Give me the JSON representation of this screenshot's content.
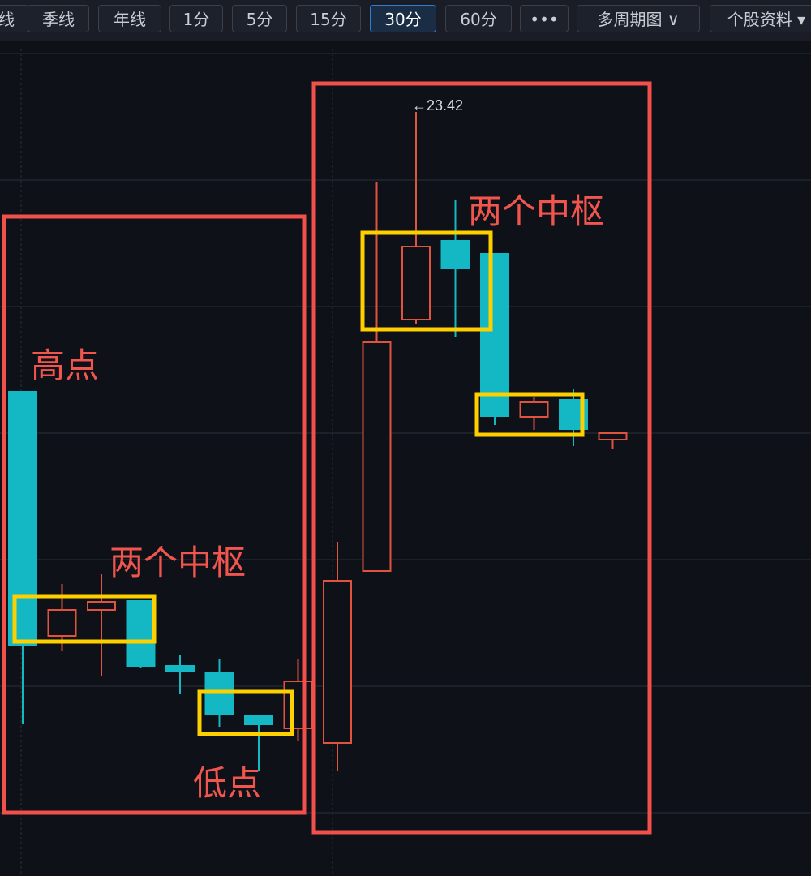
{
  "toolbar": {
    "buttons": [
      {
        "label": "线",
        "active": false
      },
      {
        "label": "季线",
        "active": false
      },
      {
        "label": "年线",
        "active": false
      },
      {
        "label": "1分",
        "active": false
      },
      {
        "label": "5分",
        "active": false
      },
      {
        "label": "15分",
        "active": false
      },
      {
        "label": "30分",
        "active": true
      },
      {
        "label": "60分",
        "active": false
      },
      {
        "label": "•••",
        "active": false
      },
      {
        "label": "多周期图 ∨",
        "active": false
      },
      {
        "label": "个股资料 ▾",
        "active": false
      }
    ]
  },
  "colors": {
    "up": "#e0533f",
    "down": "#13b8c4",
    "annotation_red": "#f2504b",
    "annotation_yellow": "#ffd000",
    "background": "#0f1118",
    "grid": "#2a2e3a"
  },
  "chart_data": {
    "type": "candlestick",
    "title": "",
    "max_label": "←23.42",
    "candles": [
      {
        "open": 21.7,
        "close": 20.13,
        "high": 21.7,
        "low": 19.65
      },
      {
        "open": 20.19,
        "close": 20.35,
        "high": 20.51,
        "low": 20.1
      },
      {
        "open": 20.35,
        "close": 20.4,
        "high": 20.57,
        "low": 19.94
      },
      {
        "open": 20.41,
        "close": 20.0,
        "high": 20.41,
        "low": 19.99
      },
      {
        "open": 20.01,
        "close": 19.97,
        "high": 20.07,
        "low": 19.83
      },
      {
        "open": 19.97,
        "close": 19.7,
        "high": 20.05,
        "low": 19.63
      },
      {
        "open": 19.7,
        "close": 19.64,
        "high": 19.7,
        "low": 19.36
      },
      {
        "open": 19.62,
        "close": 19.91,
        "high": 20.05,
        "low": 19.54
      },
      {
        "open": 19.53,
        "close": 20.53,
        "high": 20.77,
        "low": 19.36
      },
      {
        "open": 20.59,
        "close": 22.0,
        "high": 22.99,
        "low": 20.59
      },
      {
        "open": 22.14,
        "close": 22.59,
        "high": 23.42,
        "low": 22.11
      },
      {
        "open": 22.63,
        "close": 22.45,
        "high": 22.88,
        "low": 22.03
      },
      {
        "open": 22.55,
        "close": 21.54,
        "high": 22.55,
        "low": 21.49
      },
      {
        "open": 21.54,
        "close": 21.63,
        "high": 21.66,
        "low": 21.46
      },
      {
        "open": 21.65,
        "close": 21.46,
        "high": 21.71,
        "low": 21.36
      },
      {
        "open": 21.4,
        "close": 21.44,
        "high": 21.44,
        "low": 21.34
      }
    ],
    "grid": true
  },
  "annotations": {
    "high_point": "高点",
    "low_point": "低点",
    "two_pivots_left": "两个中枢",
    "two_pivots_right": "两个中枢"
  }
}
